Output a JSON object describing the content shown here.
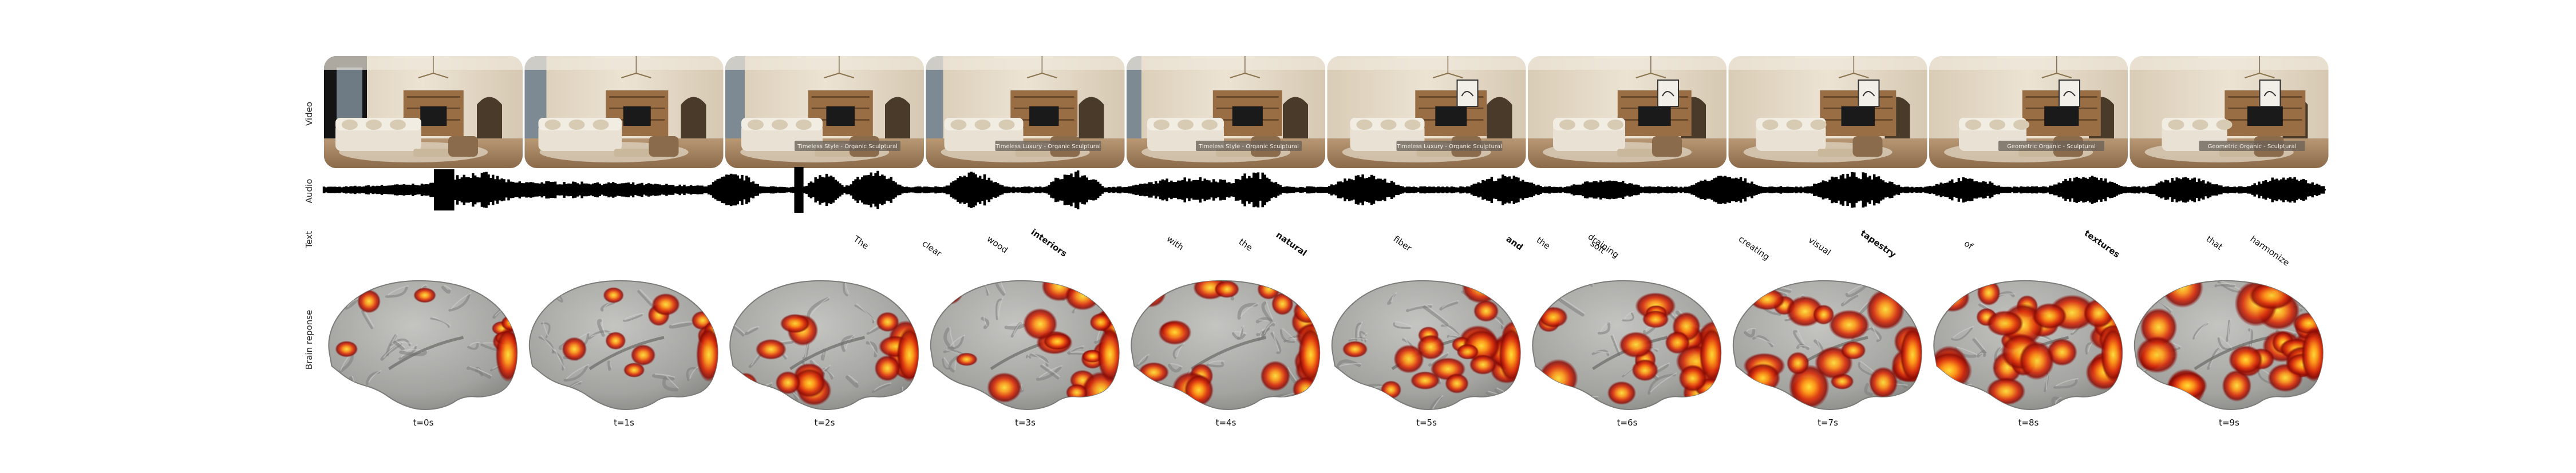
{
  "rows": {
    "video": "Video",
    "audio": "Audio",
    "text": "Text",
    "brain": "Brain reponse"
  },
  "frames": [
    {
      "caption": ""
    },
    {
      "caption": ""
    },
    {
      "caption": "Timeless Style - Organic Sculptural"
    },
    {
      "caption": "Timeless Luxury - Organic Sculptural"
    },
    {
      "caption": "Timeless Style - Organic Sculptural"
    },
    {
      "caption": "Timeless Luxury - Organic Sculptural"
    },
    {
      "caption": ""
    },
    {
      "caption": ""
    },
    {
      "caption": "Geometric Organic - Sculptural"
    },
    {
      "caption": "Geometric Organic - Sculptural"
    }
  ],
  "words": [
    {
      "t": "The",
      "bold": false
    },
    {
      "t": "clear",
      "bold": false
    },
    {
      "t": "wood",
      "bold": false
    },
    {
      "t": "interiors",
      "bold": true
    },
    {
      "t": "with",
      "bold": false
    },
    {
      "t": "the",
      "bold": false
    },
    {
      "t": "natural",
      "bold": true
    },
    {
      "t": "fiber",
      "bold": false
    },
    {
      "t": "and",
      "bold": true
    },
    {
      "t": "the",
      "bold": false
    },
    {
      "t": "soft",
      "bold": false
    },
    {
      "t": "draining",
      "bold": false
    },
    {
      "t": "creating",
      "bold": false
    },
    {
      "t": "visual",
      "bold": false
    },
    {
      "t": "tapestry",
      "bold": true
    },
    {
      "t": "of",
      "bold": false
    },
    {
      "t": "textures",
      "bold": true
    },
    {
      "t": "that",
      "bold": false
    },
    {
      "t": "harmonize",
      "bold": false
    }
  ],
  "times": [
    "t=0s",
    "t=1s",
    "t=2s",
    "t=3s",
    "t=4s",
    "t=5s",
    "t=6s",
    "t=7s",
    "t=8s",
    "t=9s"
  ],
  "activation": [
    0.15,
    0.25,
    0.5,
    0.55,
    0.55,
    0.6,
    0.65,
    0.7,
    0.85,
    0.8
  ],
  "colors": {
    "wall": "#e4d9c6",
    "wood": "#9a6e44",
    "sofa": "#e9e2d4",
    "brain": "#a6a6a3",
    "activation_hot": "#ffd21f",
    "activation_mid": "#e23e12",
    "activation_low": "#8a0b05",
    "waveform": "#000000"
  }
}
